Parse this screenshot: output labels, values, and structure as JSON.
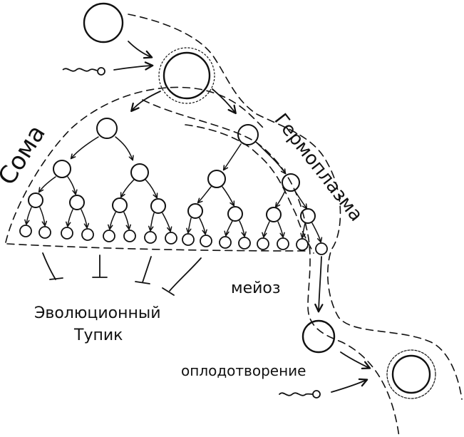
{
  "labels": {
    "soma": "Сома",
    "germplasm": "Гермоплазма",
    "meiosis": "мейоз",
    "dead_end_line1": "Эволюционный",
    "dead_end_line2": "Тупик",
    "fertilization": "оплодотворение"
  },
  "colors": {
    "ink": "#111111",
    "background": "#ffffff"
  }
}
